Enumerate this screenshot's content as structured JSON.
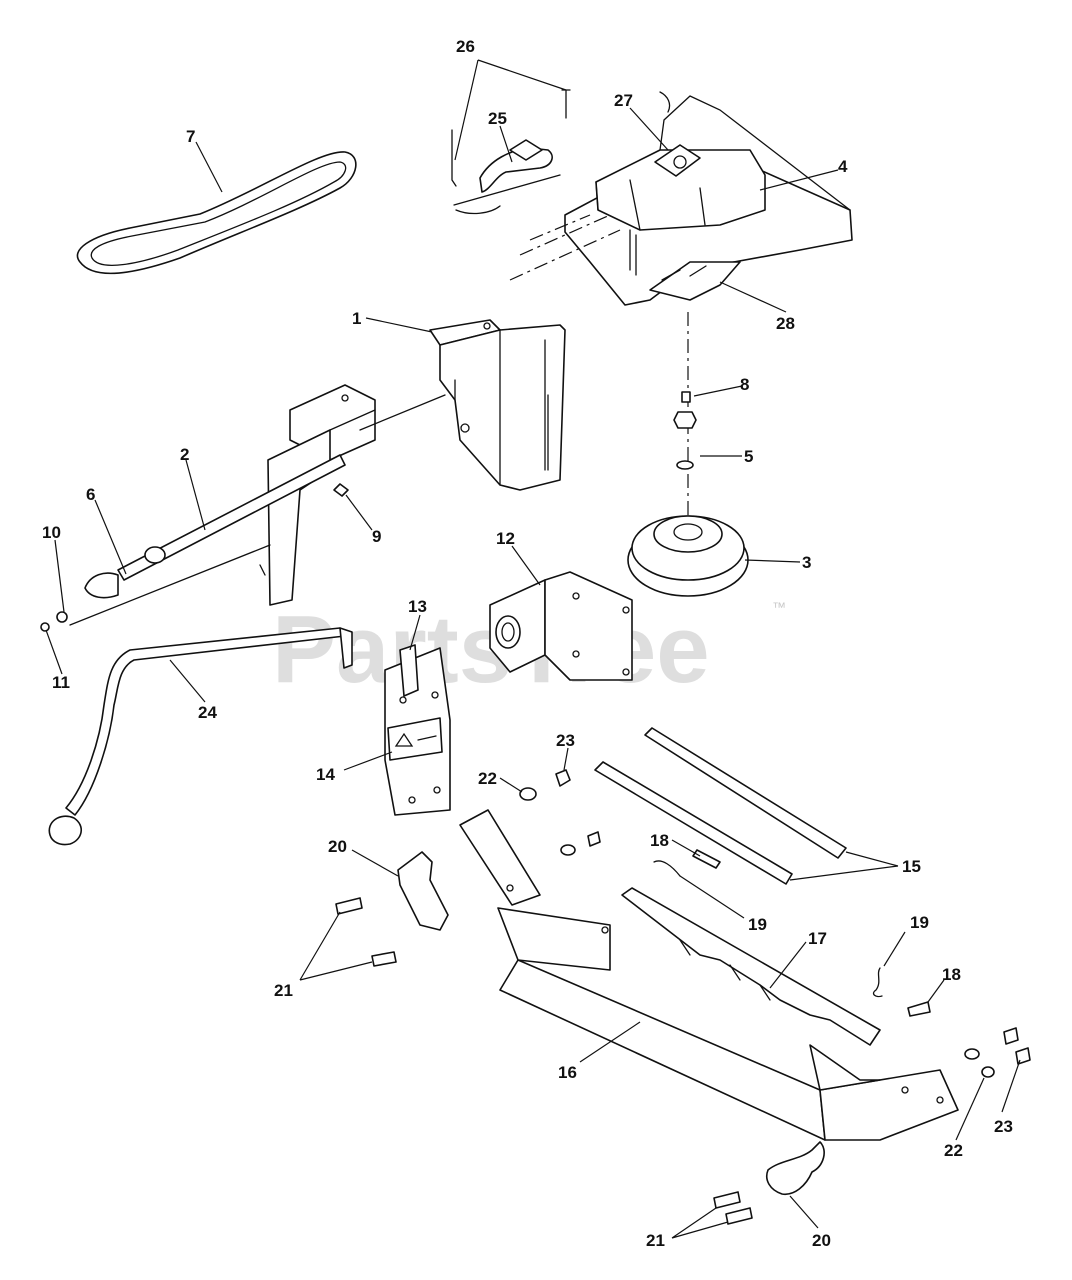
{
  "watermark": {
    "text": "PartsTree",
    "trademark": "™"
  },
  "labels": [
    "26",
    "25",
    "27",
    "7",
    "4",
    "28",
    "1",
    "8",
    "5",
    "2",
    "6",
    "9",
    "3",
    "10",
    "12",
    "11",
    "13",
    "24",
    "14",
    "23",
    "22",
    "15",
    "18",
    "20",
    "19",
    "17",
    "21",
    "18",
    "16",
    "22",
    "23",
    "21",
    "20",
    "19"
  ]
}
